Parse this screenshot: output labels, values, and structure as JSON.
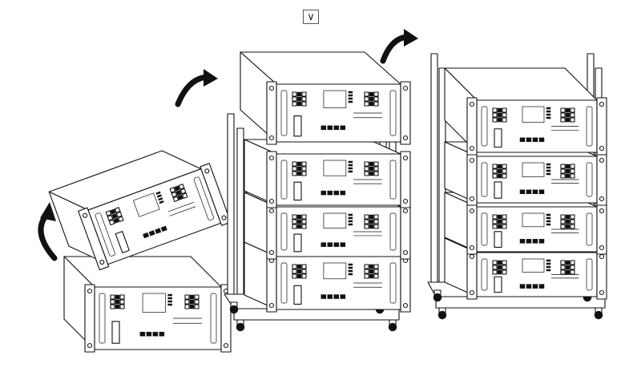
{
  "header": {
    "toggle_icon": "chevron-down-icon",
    "toggle_glyph": "∨"
  },
  "diagram": {
    "steps": [
      "single-module",
      "tilted-module",
      "stacked-rack-with-lifted-module",
      "completed-four-module-rack"
    ],
    "arrow_color": "#111111",
    "line_color": "#111111"
  }
}
